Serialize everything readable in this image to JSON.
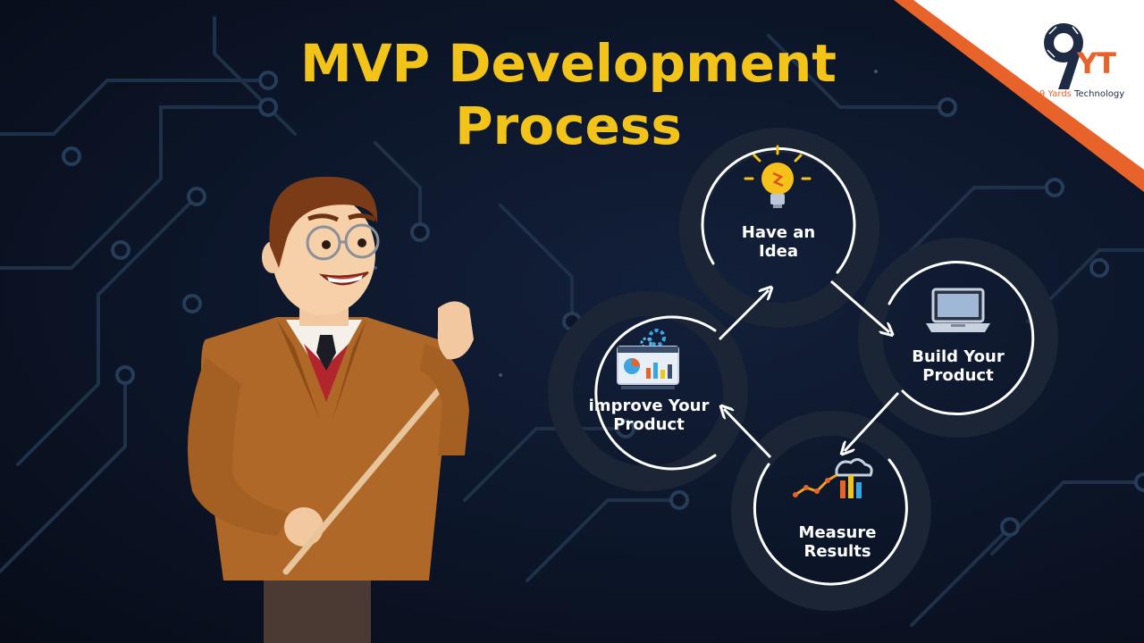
{
  "title": {
    "line1": "MVP Development",
    "line2": "Process"
  },
  "steps": [
    {
      "label": "Have an\nIdea",
      "icon": "lightbulb-icon"
    },
    {
      "label": "Build Your\nProduct",
      "icon": "laptop-icon"
    },
    {
      "label": "Measure\nResults",
      "icon": "chart-cloud-icon"
    },
    {
      "label": "improve Your\nProduct",
      "icon": "dashboard-gears-icon"
    }
  ],
  "brand": {
    "mark": "YT",
    "name_prefix": "9 Yards",
    "name_suffix": "Technology"
  },
  "colors": {
    "title": "#f2c318",
    "accent_orange": "#e8632a",
    "background": "#0c1528",
    "navy": "#1f2a44"
  }
}
